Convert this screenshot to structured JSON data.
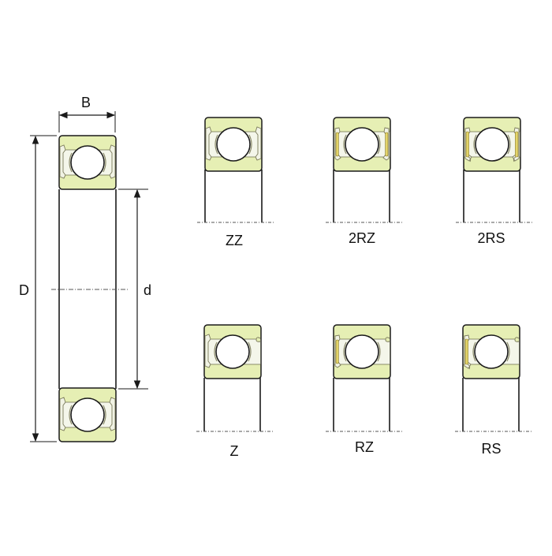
{
  "colors": {
    "ring_fill": "#e6efb4",
    "ring_fill_dark": "#d7e49a",
    "outline": "#1a1a1a",
    "shield_fill": "#d9d9c8",
    "seal_fill": "#e3d46a",
    "ball_fill": "#ffffff",
    "centerline": "#555555"
  },
  "main_drawing": {
    "dimensions": {
      "width_label": "B",
      "outer_diameter_label": "D",
      "inner_diameter_label": "d"
    }
  },
  "variants": [
    {
      "id": "zz",
      "label": "ZZ",
      "type": "metal shield both sides",
      "row": 0,
      "col": 0
    },
    {
      "id": "2rz",
      "label": "2RZ",
      "type": "non-contact rubber seal both sides",
      "row": 0,
      "col": 1
    },
    {
      "id": "2rs",
      "label": "2RS",
      "type": "contact rubber seal both sides",
      "row": 0,
      "col": 2
    },
    {
      "id": "z",
      "label": "Z",
      "type": "metal shield one side",
      "row": 1,
      "col": 0
    },
    {
      "id": "rz",
      "label": "RZ",
      "type": "non-contact rubber seal one side",
      "row": 1,
      "col": 1
    },
    {
      "id": "rs",
      "label": "RS",
      "type": "contact rubber seal one side",
      "row": 1,
      "col": 2
    }
  ]
}
